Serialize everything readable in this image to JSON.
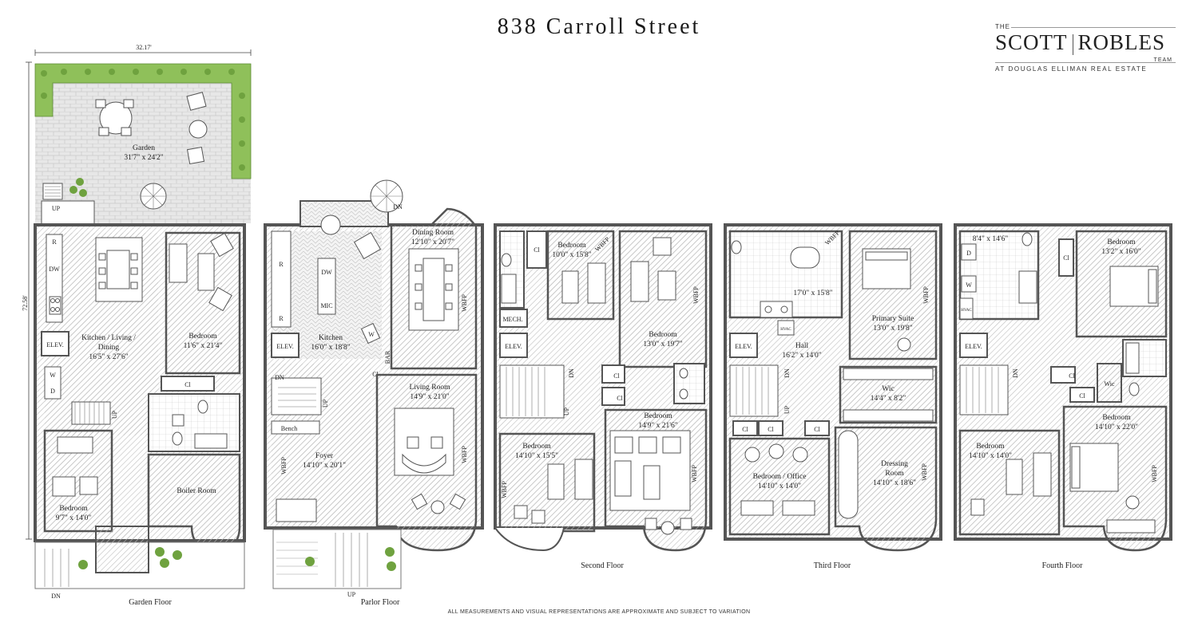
{
  "title": "838 Carroll Street",
  "logo": {
    "the": "THE",
    "main_left": "SCOTT",
    "main_right": "ROBLES",
    "team": "TEAM",
    "sub": "AT DOUGLAS ELLIMAN REAL ESTATE"
  },
  "disclaimer": "ALL MEASUREMENTS AND VISUAL REPRESENTATIONS ARE APPROXIMATE AND SUBJECT TO VARIATION",
  "colors": {
    "wall": "#6b6b6b",
    "hatch": "#b5b5b5",
    "garden_green": "#8fc05a",
    "paving": "#dcdcdc"
  },
  "garden_floor": {
    "label": "Garden Floor",
    "width_dim": "32.17'",
    "depth_dim": "72.58'",
    "garden": {
      "name": "Garden",
      "size": "31'7\" x 24'2\""
    },
    "up": "UP",
    "kitchen": {
      "name": "Kitchen / Living /",
      "name2": "Dining",
      "size": "16'5\" x 27'6\""
    },
    "bedroom_rear": {
      "name": "Bedroom",
      "size": "11'6\" x 21'4\""
    },
    "bedroom_front": {
      "name": "Bedroom",
      "size": "9'7\" x 14'0\""
    },
    "boiler": "Boiler Room",
    "elev": "ELEV.",
    "cl": "Cl",
    "r": "R",
    "dw": "DW",
    "w": "W",
    "d": "D",
    "stair_up": "UP",
    "dn": "DN"
  },
  "parlor_floor": {
    "label": "Parlor Floor",
    "dining": {
      "name": "Dining Room",
      "size": "12'10\" x 20'7\""
    },
    "kitchen": {
      "name": "Kitchen",
      "size": "16'0\" x 18'8\""
    },
    "foyer": {
      "name": "Foyer",
      "size": "14'10\" x 20'1\""
    },
    "living": {
      "name": "Living Room",
      "size": "14'9\" x 21'0\""
    },
    "elev": "ELEV.",
    "wbfp": "WBFP",
    "bench": "Bench",
    "dn": "DN",
    "up": "UP",
    "r": "R",
    "dw": "DW",
    "mic": "MIC",
    "w": "W",
    "bar": "BAR",
    "cl": "Cl"
  },
  "second_floor": {
    "label": "Second Floor",
    "bedroom_a": {
      "name": "Bedroom",
      "size": "10'0\" x 15'8\""
    },
    "bedroom_b": {
      "name": "Bedroom",
      "size": "13'0\" x 19'7\""
    },
    "bedroom_c": {
      "name": "Bedroom",
      "size": "14'10\" x 15'5\""
    },
    "bedroom_d": {
      "name": "Bedroom",
      "size": "14'9\" x 21'6\""
    },
    "mech": "MECH.",
    "elev": "ELEV.",
    "wbfp": "WBFP",
    "cl": "Cl",
    "dn": "DN",
    "up": "UP"
  },
  "third_floor": {
    "label": "Third Floor",
    "bath": {
      "size": "17'0\" x 15'8\""
    },
    "primary": {
      "name": "Primary Suite",
      "size": "13'0\" x 19'8\""
    },
    "hall": {
      "name": "Hall",
      "size": "16'2\" x 14'0\""
    },
    "wic": {
      "name": "Wic",
      "size": "14'4\" x 8'2\""
    },
    "dressing": {
      "name": "Dressing",
      "name2": "Room",
      "size": "14'10\" x 18'6\""
    },
    "office": {
      "name": "Bedroom / Office",
      "size": "14'10\" x 14'0\""
    },
    "elev": "ELEV.",
    "wbfp": "WBFP",
    "cl": "Cl",
    "dn": "DN",
    "up": "UP",
    "hvac": "HVAC"
  },
  "fourth_floor": {
    "label": "Fourth Floor",
    "laundry": {
      "size": "8'4\" x 14'6\""
    },
    "bedroom_a": {
      "name": "Bedroom",
      "size": "13'2\" x 16'0\""
    },
    "bedroom_b": {
      "name": "Bedroom",
      "size": "14'10\" x 22'0\""
    },
    "bedroom_c": {
      "name": "Bedroom",
      "size": "14'10\" x 14'0\""
    },
    "wic": "Wic",
    "elev": "ELEV.",
    "wbfp": "WBFP",
    "cl": "Cl",
    "dn": "DN",
    "d": "D",
    "w": "W",
    "hvac": "HVAC"
  }
}
